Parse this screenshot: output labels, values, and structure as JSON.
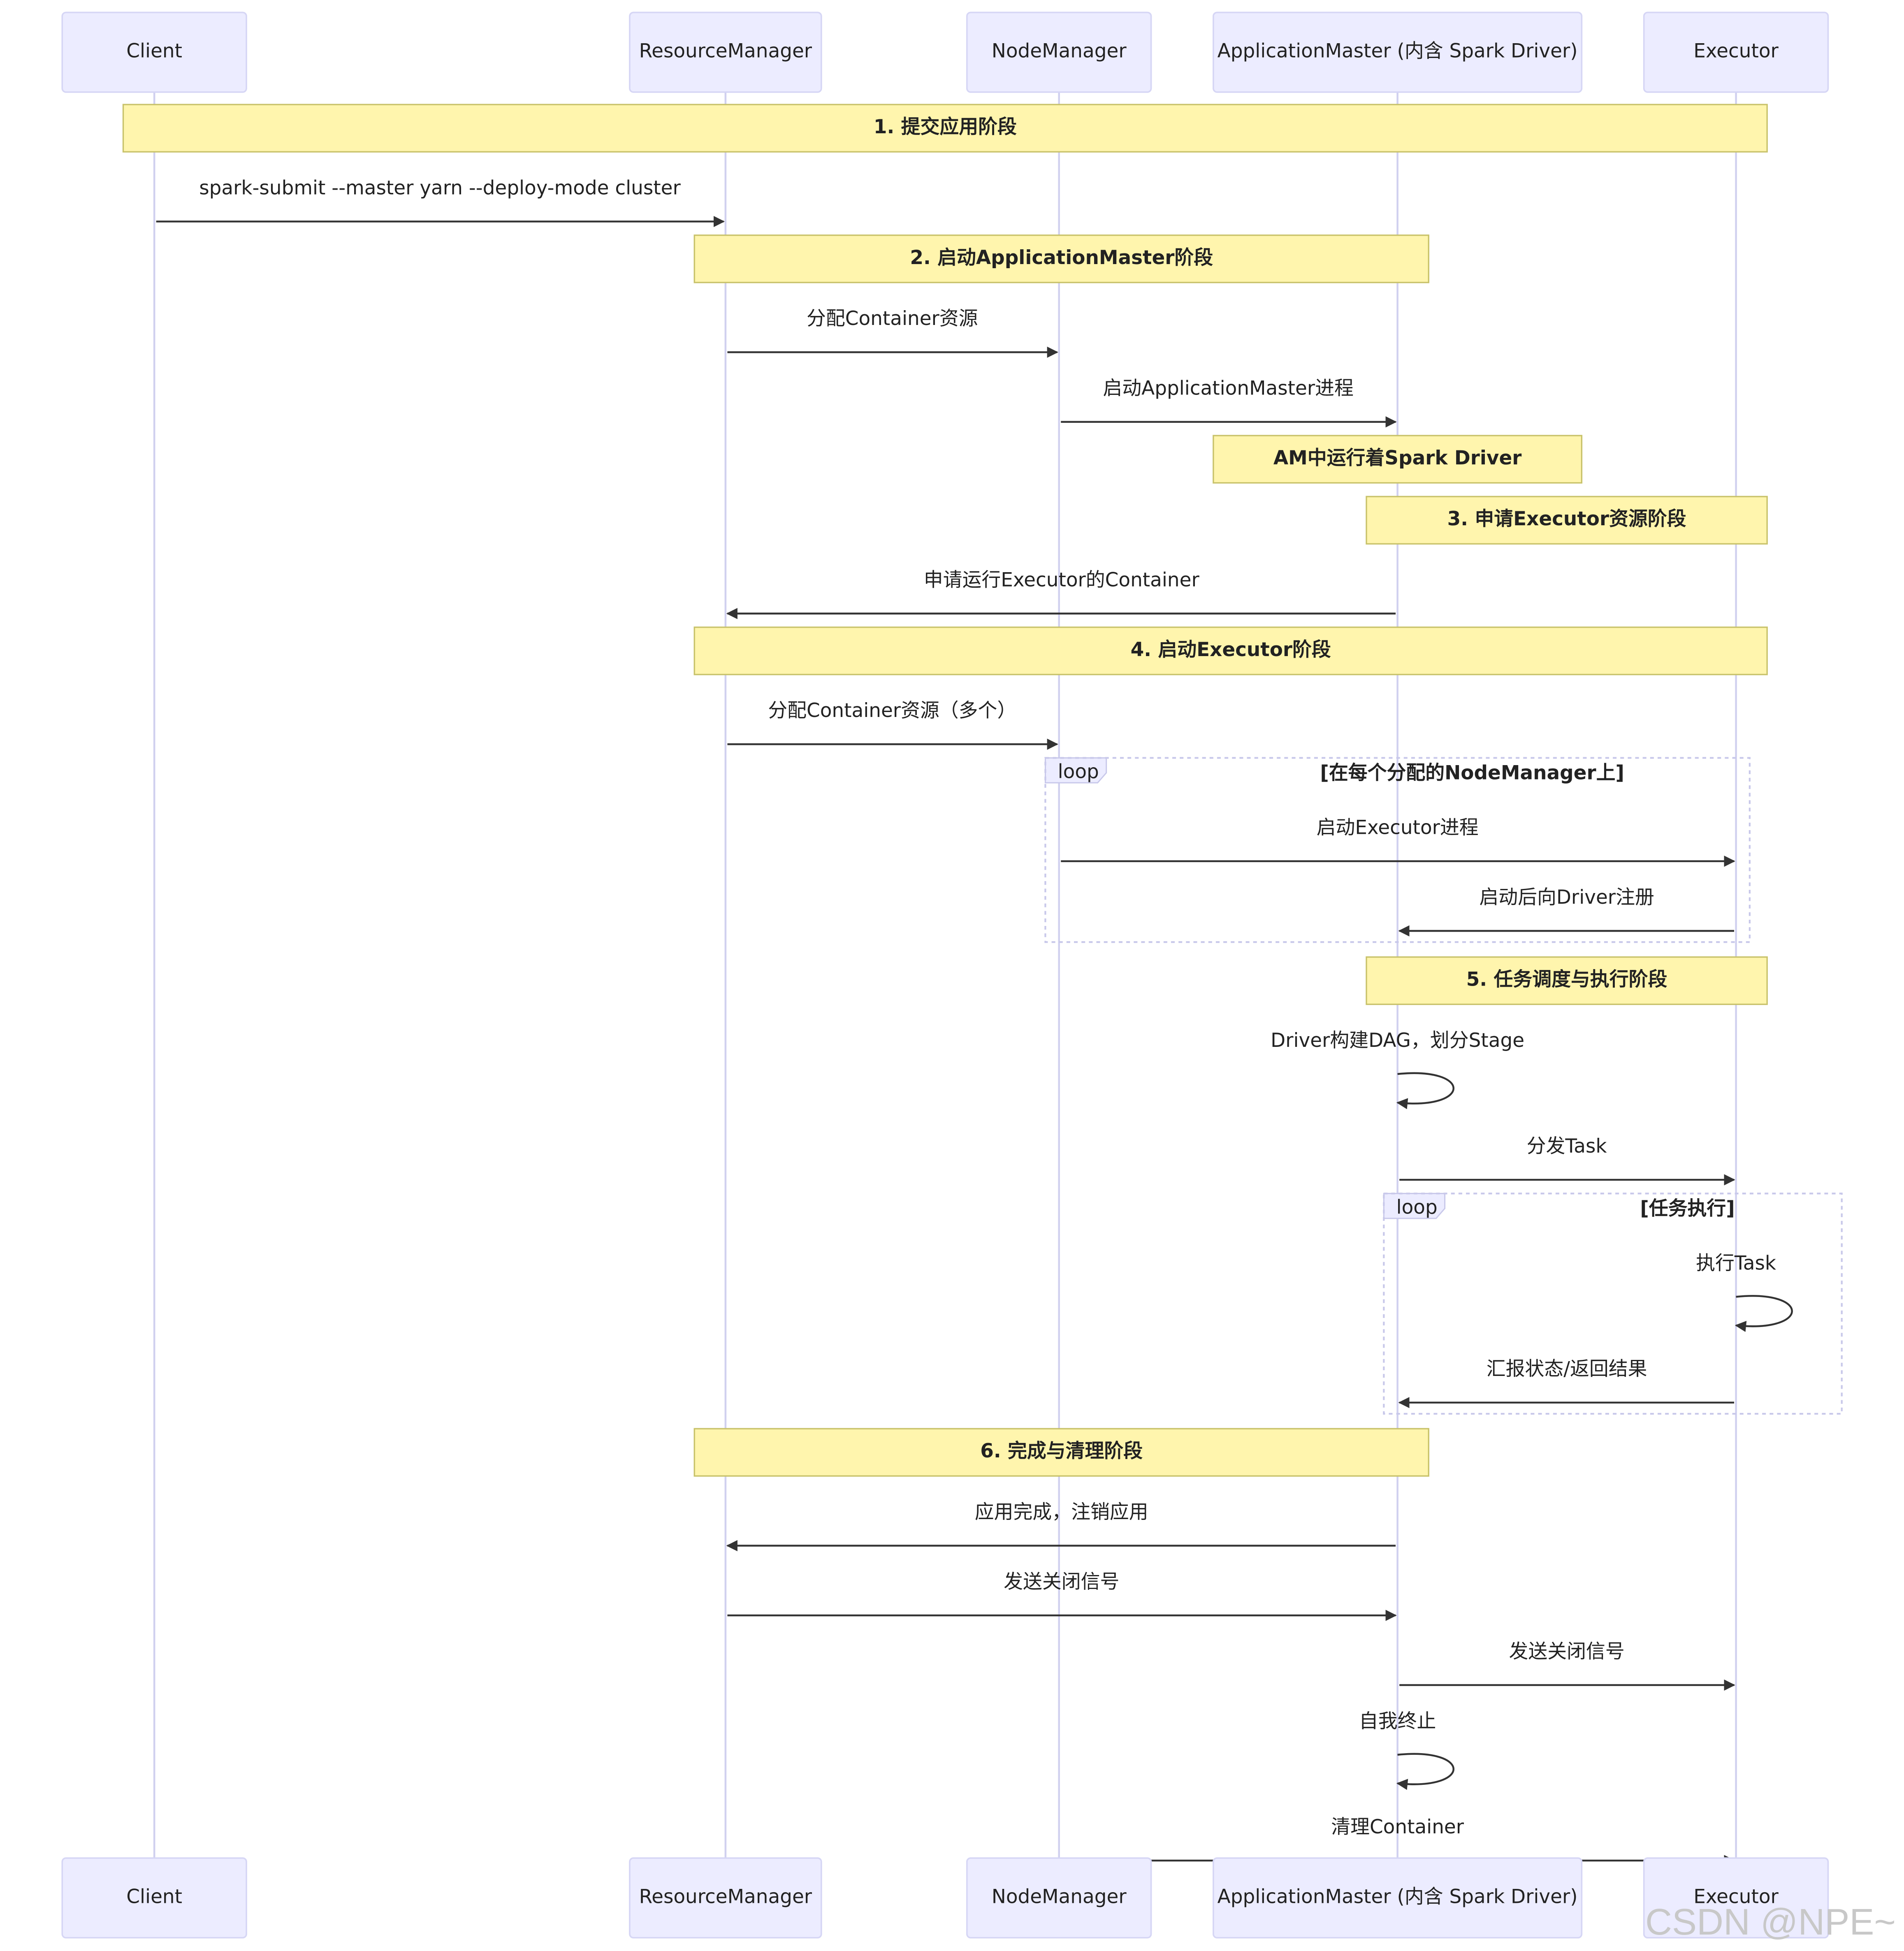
{
  "participants": [
    {
      "id": "client",
      "label": "Client"
    },
    {
      "id": "rm",
      "label": "ResourceManager"
    },
    {
      "id": "nm",
      "label": "NodeManager"
    },
    {
      "id": "am",
      "label": "ApplicationMaster (内含 Spark Driver)"
    },
    {
      "id": "ex",
      "label": "Executor"
    }
  ],
  "colors": {
    "actor_fill": "#ececff",
    "actor_stroke": "#d6d6f5",
    "lifeline": "#d0d0ef",
    "note_fill": "#fff5ad",
    "note_stroke": "#c8c26a",
    "loop_stroke": "#c8c8ea",
    "loop_tag_fill": "#ececff",
    "arrow": "#333333",
    "text": "#222222"
  },
  "steps": [
    {
      "kind": "note",
      "from": "client",
      "to": "ex",
      "text": "1. 提交应用阶段"
    },
    {
      "kind": "msg",
      "from": "client",
      "to": "rm",
      "text": "spark-submit --master yarn --deploy-mode cluster"
    },
    {
      "kind": "note",
      "from": "rm",
      "to": "am",
      "text": "2. 启动ApplicationMaster阶段"
    },
    {
      "kind": "msg",
      "from": "rm",
      "to": "nm",
      "text": "分配Container资源"
    },
    {
      "kind": "msg",
      "from": "nm",
      "to": "am",
      "text": "启动ApplicationMaster进程"
    },
    {
      "kind": "note",
      "from": "am",
      "to": "am",
      "text": "AM中运行着Spark Driver"
    },
    {
      "kind": "note",
      "from": "am",
      "to": "ex",
      "text": "3. 申请Executor资源阶段"
    },
    {
      "kind": "msg",
      "from": "am",
      "to": "rm",
      "text": "申请运行Executor的Container"
    },
    {
      "kind": "note",
      "from": "rm",
      "to": "ex",
      "text": "4. 启动Executor阶段"
    },
    {
      "kind": "msg",
      "from": "rm",
      "to": "nm",
      "text": "分配Container资源（多个）"
    },
    {
      "kind": "loop",
      "from": "nm",
      "to": "ex",
      "tag": "loop",
      "text": "[在每个分配的NodeManager上]",
      "steps": [
        {
          "kind": "msg",
          "from": "nm",
          "to": "ex",
          "text": "启动Executor进程"
        },
        {
          "kind": "msg",
          "from": "ex",
          "to": "am",
          "text": "启动后向Driver注册"
        }
      ]
    },
    {
      "kind": "note",
      "from": "am",
      "to": "ex",
      "text": "5. 任务调度与执行阶段"
    },
    {
      "kind": "self",
      "at": "am",
      "text": "Driver构建DAG，划分Stage"
    },
    {
      "kind": "msg",
      "from": "am",
      "to": "ex",
      "text": "分发Task"
    },
    {
      "kind": "loop",
      "from": "am",
      "to": "ex",
      "tag": "loop",
      "text": "[任务执行]",
      "steps": [
        {
          "kind": "self",
          "at": "ex",
          "text": "执行Task"
        },
        {
          "kind": "msg",
          "from": "ex",
          "to": "am",
          "text": "汇报状态/返回结果"
        }
      ]
    },
    {
      "kind": "note",
      "from": "rm",
      "to": "am",
      "text": "6. 完成与清理阶段"
    },
    {
      "kind": "msg",
      "from": "am",
      "to": "rm",
      "text": "应用完成，注销应用"
    },
    {
      "kind": "msg",
      "from": "rm",
      "to": "am",
      "text": "发送关闭信号"
    },
    {
      "kind": "msg",
      "from": "am",
      "to": "ex",
      "text": "发送关闭信号"
    },
    {
      "kind": "self",
      "at": "am",
      "text": "自我终止"
    },
    {
      "kind": "msg",
      "from": "nm",
      "to": "ex",
      "text": "清理Container"
    }
  ],
  "watermark": "CSDN @NPE~"
}
